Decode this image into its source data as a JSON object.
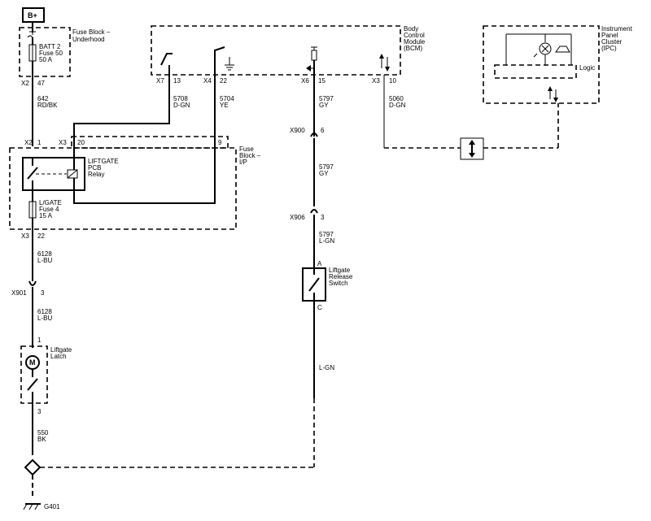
{
  "power": {
    "label": "B+"
  },
  "fuse_block_underhood": {
    "title": "Fuse Block – Underhood",
    "fuse_name": "BATT 2",
    "fuse_num": "Fuse 50",
    "fuse_amp": "50 A",
    "conn": "X2",
    "pin": "47"
  },
  "wire_642": {
    "circuit": "642",
    "color": "RD/BK"
  },
  "bcm": {
    "title": "Body Control Module (BCM)",
    "c1": {
      "conn": "X7",
      "pin": "13"
    },
    "c2": {
      "conn": "X4",
      "pin": "22"
    },
    "c3": {
      "conn": "X6",
      "pin": "15"
    },
    "c4": {
      "conn": "X3",
      "pin": "10"
    }
  },
  "wire_5708": {
    "circuit": "5708",
    "color": "D-GN"
  },
  "wire_5704": {
    "circuit": "5704",
    "color": "YE"
  },
  "wire_5797_a": {
    "circuit": "5797",
    "color": "GY"
  },
  "wire_5797_b": {
    "circuit": "5797",
    "color": "GY"
  },
  "wire_5797_c": {
    "circuit": "5797",
    "color": "L-GN"
  },
  "wire_5060": {
    "circuit": "5060",
    "color": "D-GN"
  },
  "wire_lgn": {
    "color": "L-GN"
  },
  "x900": {
    "conn": "X900",
    "pin": "6"
  },
  "x906": {
    "conn": "X906",
    "pin": "3"
  },
  "ipc": {
    "title": "Instrument Panel Cluster (IPC)",
    "logic": "Logic"
  },
  "fuse_block_ip": {
    "title": "Fuse Block – I/P",
    "x2": "X2",
    "x2pin": "1",
    "x3": "X3",
    "x3pin": "20",
    "pin9": "9",
    "relay1": "LIFTGATE",
    "relay2": "PCB",
    "relay3": "Relay",
    "fuse_name": "L/GATE",
    "fuse_num": "Fuse 4",
    "fuse_amp": "15 A",
    "out_conn": "X3",
    "out_pin": "22"
  },
  "wire_6128_a": {
    "circuit": "6128",
    "color": "L-BU"
  },
  "x901": {
    "conn": "X901",
    "pin": "3"
  },
  "wire_6128_b": {
    "circuit": "6128",
    "color": "L-BU"
  },
  "liftgate_latch": {
    "pin_in": "1",
    "label1": "Liftgate",
    "label2": "Latch",
    "pin_out": "3",
    "motor": "M"
  },
  "wire_550": {
    "circuit": "550",
    "color": "BK"
  },
  "release_switch": {
    "pin_a": "A",
    "label1": "Liftgate",
    "label2": "Release",
    "label3": "Switch",
    "pin_c": "C"
  },
  "ground": {
    "label": "G401"
  }
}
